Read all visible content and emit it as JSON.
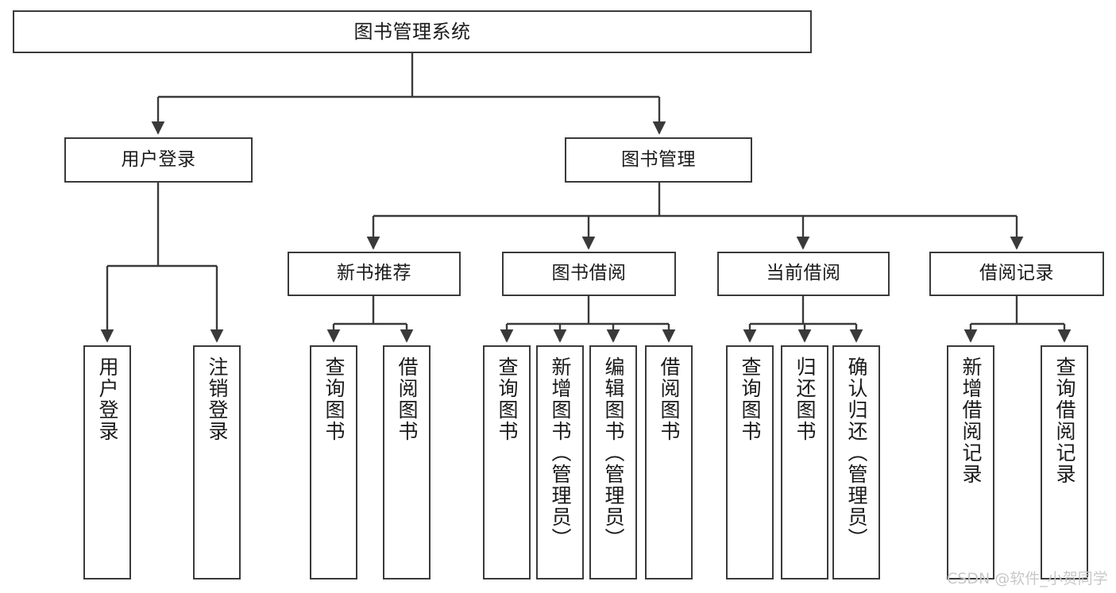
{
  "diagram": {
    "type": "tree-hierarchy-chart",
    "title": "图书管理系统",
    "line_color": "#3a3a3a",
    "box_fill": "#ffffff",
    "text_color": "#1a1a1a",
    "watermark": "CSDN @软件_小贺同学",
    "levels": {
      "root": {
        "label": "图书管理系统"
      },
      "level2": [
        {
          "label": "用户登录"
        },
        {
          "label": "图书管理"
        }
      ],
      "level3": [
        {
          "label": "新书推荐"
        },
        {
          "label": "图书借阅"
        },
        {
          "label": "当前借阅"
        },
        {
          "label": "借阅记录"
        }
      ],
      "leaves": {
        "user_login": [
          {
            "label": "用户登录"
          },
          {
            "label": "注销登录"
          }
        ],
        "new_book_recommend": [
          {
            "label": "查询图书"
          },
          {
            "label": "借阅图书"
          }
        ],
        "book_borrow": [
          {
            "label": "查询图书"
          },
          {
            "label": "新增图书（管理员）"
          },
          {
            "label": "编辑图书（管理员）"
          },
          {
            "label": "借阅图书"
          }
        ],
        "current_borrow": [
          {
            "label": "查询图书"
          },
          {
            "label": "归还图书"
          },
          {
            "label": "确认归还（管理员）"
          }
        ],
        "borrow_record": [
          {
            "label": "新增借阅记录"
          },
          {
            "label": "查询借阅记录"
          }
        ]
      }
    }
  }
}
